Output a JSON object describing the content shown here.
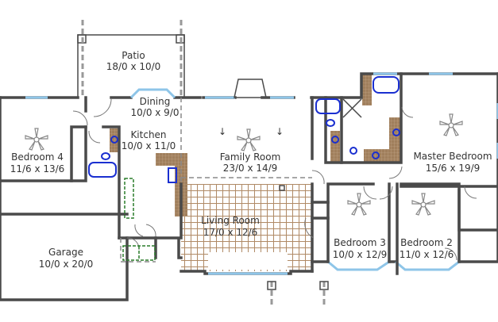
{
  "rooms": {
    "patio": {
      "name": "Patio",
      "size": "18/0 x 10/0"
    },
    "dining": {
      "name": "Dining",
      "size": "10/0 x 9/0"
    },
    "kitchen": {
      "name": "Kitchen",
      "size": "10/0 x 11/0"
    },
    "bedroom4": {
      "name": "Bedroom 4",
      "size": "11/6 x 13/6"
    },
    "family": {
      "name": "Family Room",
      "size": "23/0 x 14/9"
    },
    "garage": {
      "name": "Garage",
      "size": "10/0 x 20/0"
    },
    "living": {
      "name": "Living Room",
      "size": "17/0 x 12/6"
    },
    "master": {
      "name": "Master Bedroom",
      "size": "15/6 x 19/9"
    },
    "bedroom3": {
      "name": "Bedroom 3",
      "size": "10/0 x 12/9"
    },
    "bedroom2": {
      "name": "Bedroom 2",
      "size": "11/0 x 12/6"
    }
  },
  "colors": {
    "wall": "#4a4a4a",
    "window": "#8ec5e8",
    "fixture": "#1a2fd0",
    "tile": "#a07f5c"
  },
  "icons": [
    "ceiling-fan-icon",
    "toilet-icon",
    "bathtub-icon",
    "sink-icon",
    "arrow-down-icon"
  ]
}
